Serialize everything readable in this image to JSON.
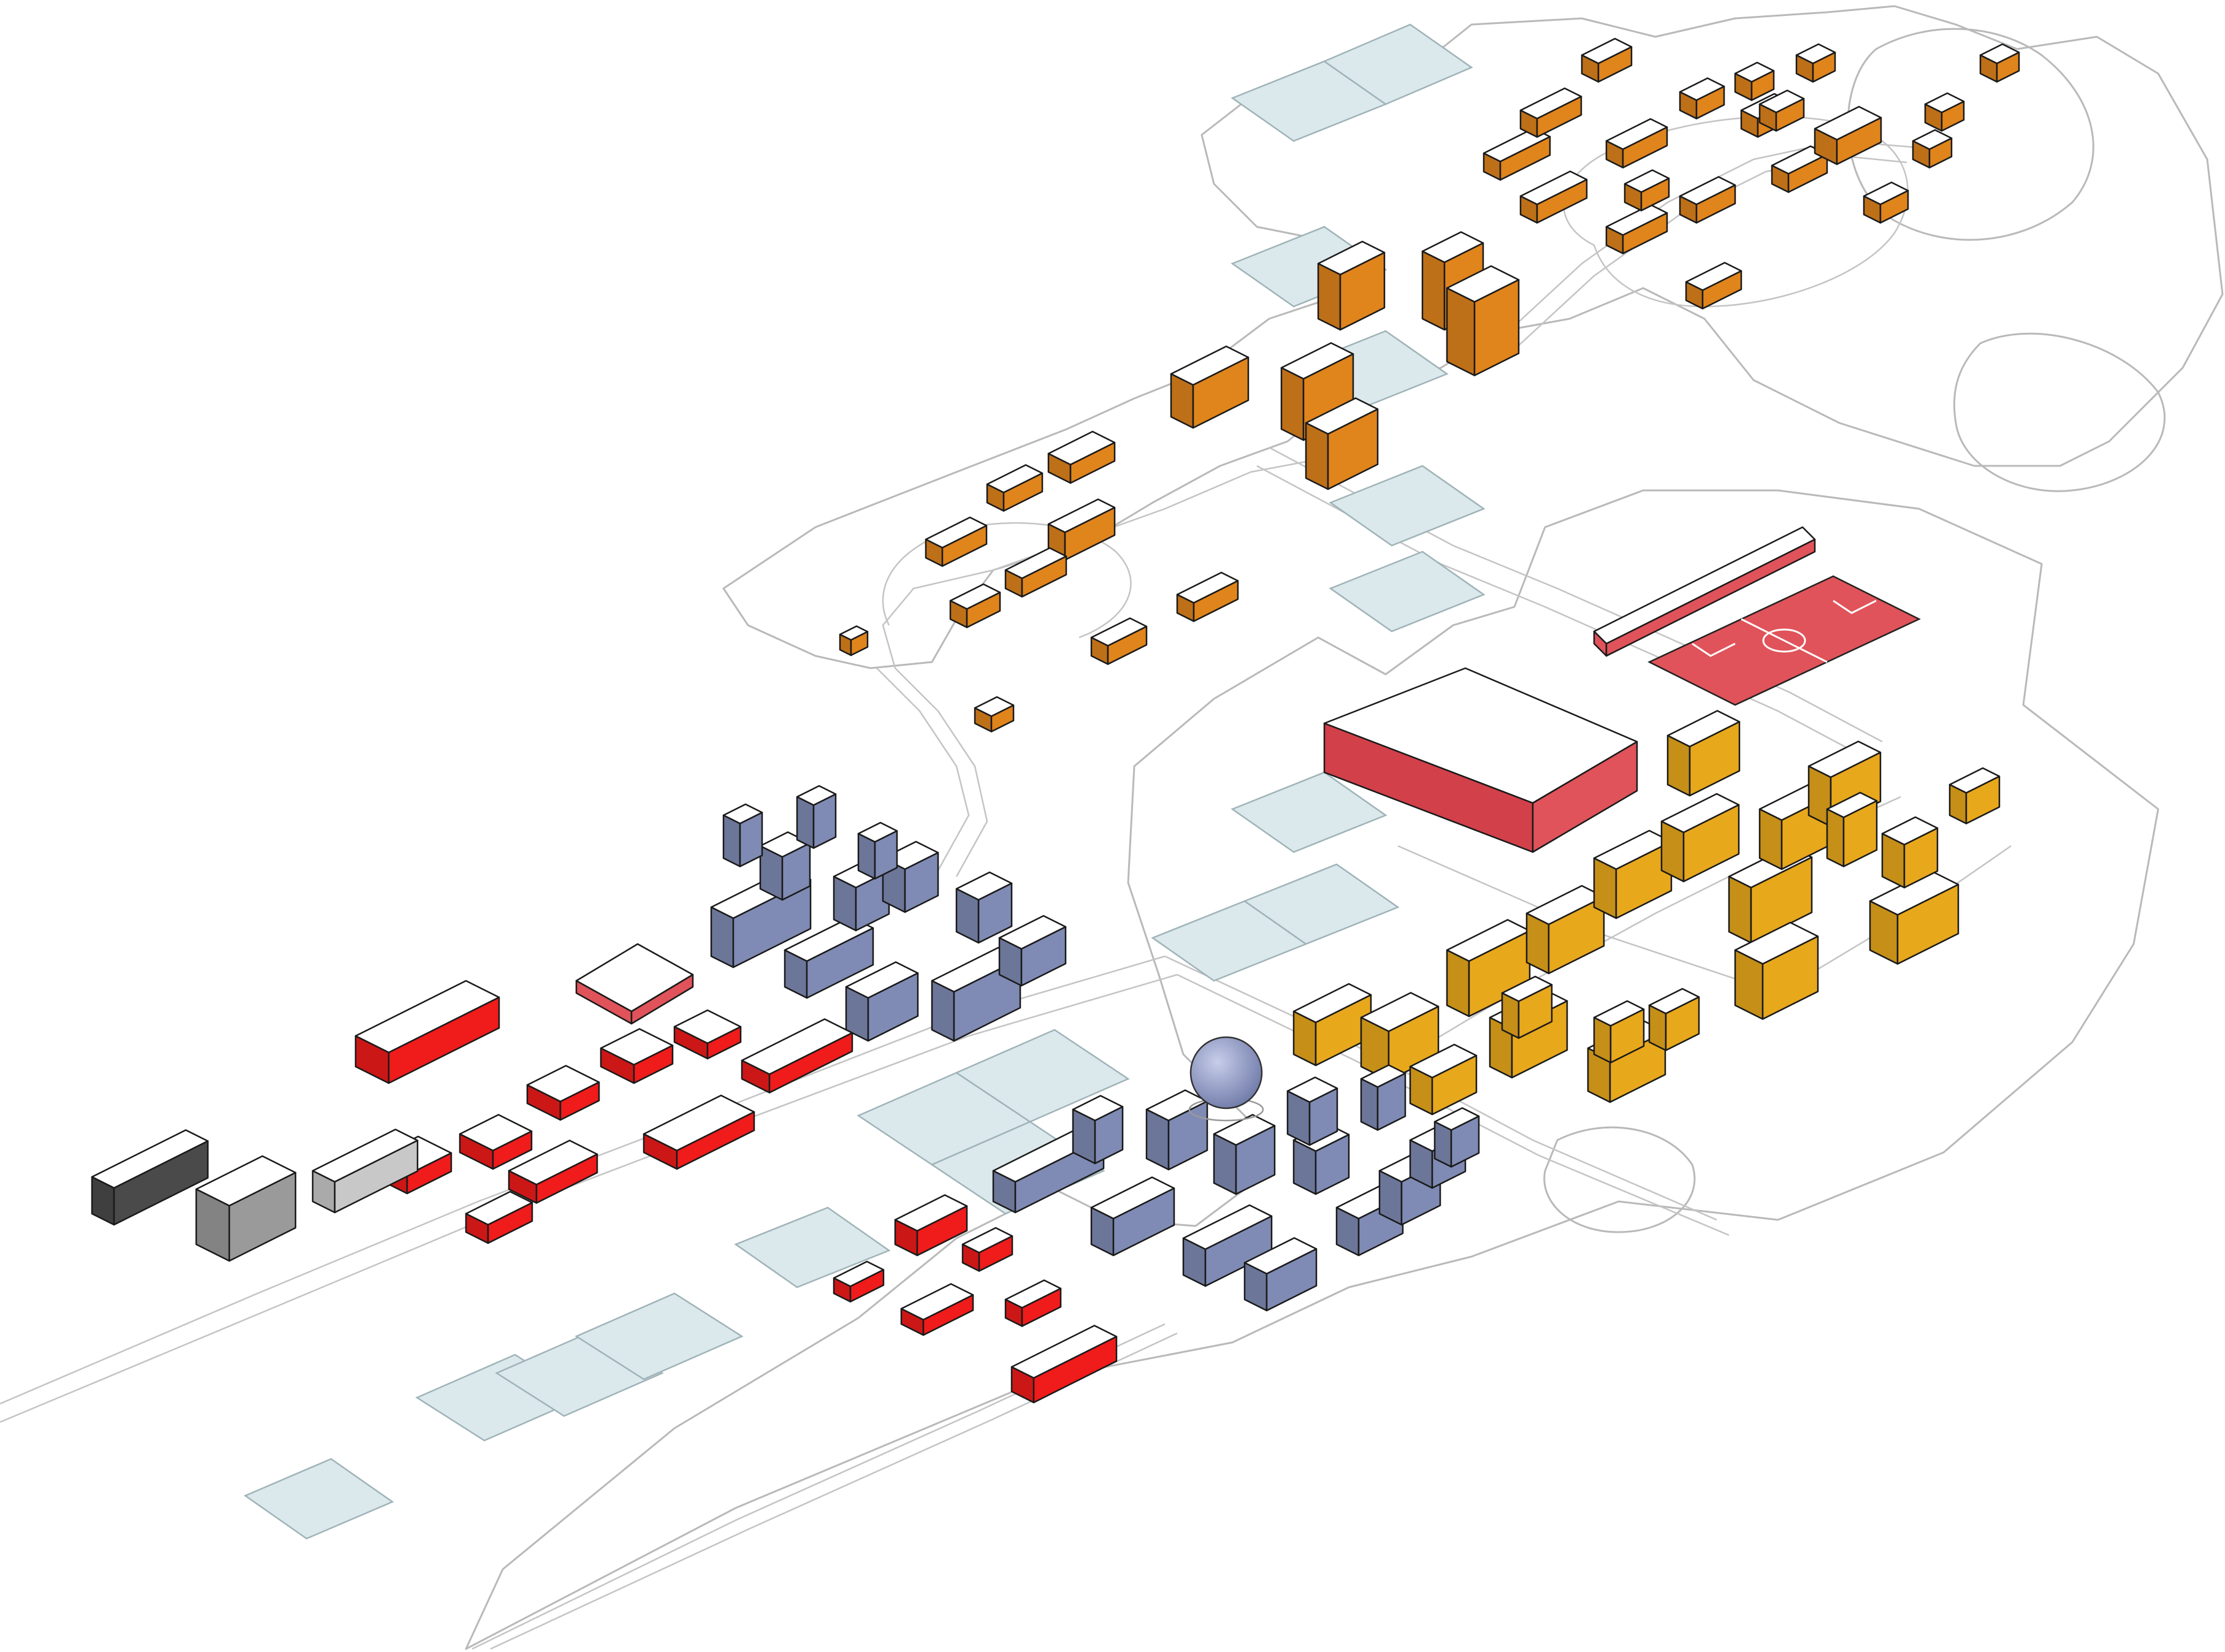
{
  "colors": {
    "background": "#ffffff",
    "outline": "#b9b9b9",
    "field": "#dbe9ec",
    "residential_orange": "#e0841c",
    "academic_yellow": "#e8a81c",
    "science_blue": "#7f8bb4",
    "sports_red": "#e0535a",
    "industrial_red": "#f01b1b",
    "support_grey": "#9a9a9a",
    "support_dark": "#4a4a4a",
    "dome": "#8e9ac4"
  },
  "zones": [
    {
      "id": "residential",
      "color": "#e0841c"
    },
    {
      "id": "academic",
      "color": "#e8a81c"
    },
    {
      "id": "science",
      "color": "#7f8bb4"
    },
    {
      "id": "sports",
      "color": "#e0535a"
    },
    {
      "id": "industrial",
      "color": "#f01b1b"
    },
    {
      "id": "support",
      "color": "#9a9a9a"
    }
  ],
  "landmarks": [
    {
      "id": "dome",
      "shape": "sphere"
    },
    {
      "id": "football-pitch",
      "shape": "pitch"
    },
    {
      "id": "arena",
      "shape": "wedge-hall"
    }
  ]
}
